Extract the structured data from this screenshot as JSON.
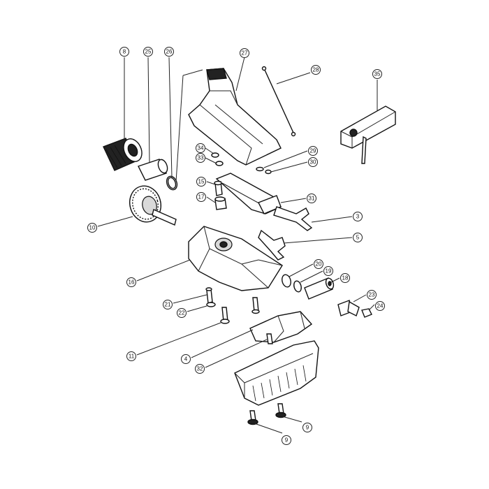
{
  "labels": {
    "c8": "8",
    "c25": "25",
    "c26": "26",
    "c27": "27",
    "c28": "28",
    "c35": "35",
    "c34": "34",
    "c33": "33",
    "c29": "29",
    "c30": "30",
    "c15": "15",
    "c17": "17",
    "c31": "31",
    "c3": "3",
    "c10": "10",
    "c5": "5",
    "c16": "16",
    "c20": "20",
    "c19": "19",
    "c18": "18",
    "c23": "23",
    "c24": "24",
    "c21": "21",
    "c22": "22",
    "c11": "11",
    "c4": "4",
    "c32": "32",
    "c9a": "9",
    "c9b": "9"
  }
}
